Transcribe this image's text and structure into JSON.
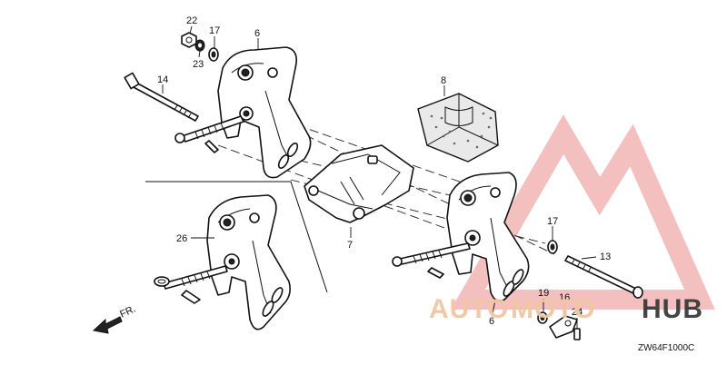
{
  "callouts": {
    "c22": "22",
    "c17a": "17",
    "c6a": "6",
    "c23": "23",
    "c14": "14",
    "c8": "8",
    "c26": "26",
    "c7": "7",
    "c17b": "17",
    "c13": "13",
    "c19": "19",
    "c16": "16",
    "c24": "24",
    "c6b": "6"
  },
  "front_indicator": "FR.",
  "diagram_code": "ZW64F1000C",
  "watermark": {
    "part1": "AUTO",
    "part2": "MOTO",
    "part3": "HUB"
  }
}
